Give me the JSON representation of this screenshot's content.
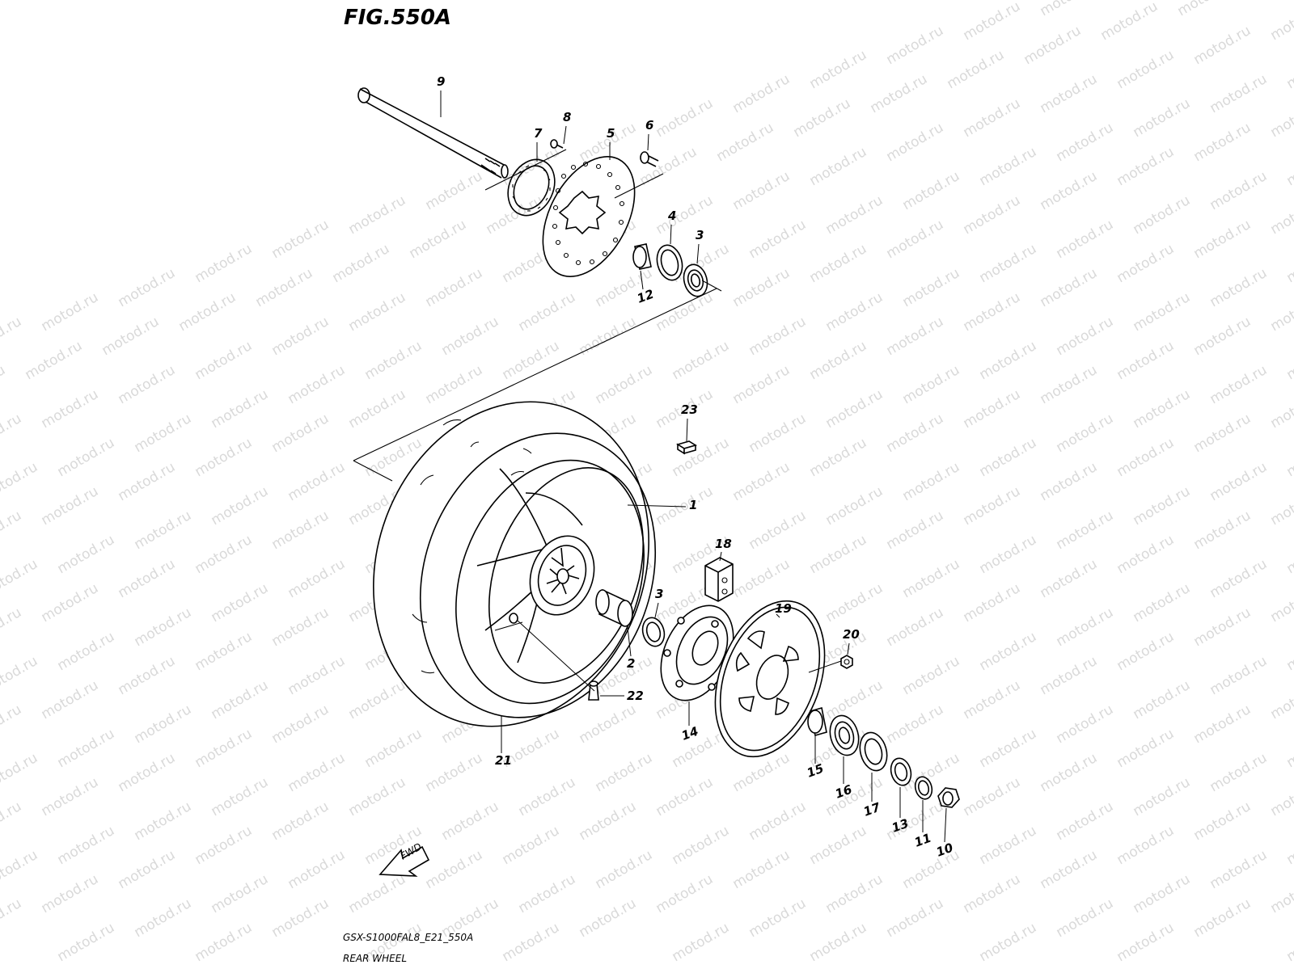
{
  "figure": {
    "title": "FIG.550A",
    "code": "GSX-S1000FAL8_E21_550A",
    "caption": "REAR WHEEL",
    "watermark": "motod.ru",
    "fwd_label": "FWD"
  },
  "callouts": [
    {
      "id": "c1",
      "label": "1",
      "part": "rear-wheel-rim"
    },
    {
      "id": "c2",
      "label": "2",
      "part": "wheel-spacer"
    },
    {
      "id": "c3a",
      "label": "3",
      "part": "wheel-bearing"
    },
    {
      "id": "c3b",
      "label": "3",
      "part": "wheel-bearing"
    },
    {
      "id": "c4",
      "label": "4",
      "part": "oil-seal"
    },
    {
      "id": "c5",
      "label": "5",
      "part": "brake-disc"
    },
    {
      "id": "c6",
      "label": "6",
      "part": "disc-bolt"
    },
    {
      "id": "c7",
      "label": "7",
      "part": "abs-sensor-ring"
    },
    {
      "id": "c8",
      "label": "8",
      "part": "ring-screw"
    },
    {
      "id": "c9",
      "label": "9",
      "part": "rear-axle"
    },
    {
      "id": "c10",
      "label": "10",
      "part": "axle-nut"
    },
    {
      "id": "c11",
      "label": "11",
      "part": "washer"
    },
    {
      "id": "c12",
      "label": "12",
      "part": "spacer"
    },
    {
      "id": "c13",
      "label": "13",
      "part": "spacer"
    },
    {
      "id": "c14",
      "label": "14",
      "part": "sprocket-mounting-drum"
    },
    {
      "id": "c15",
      "label": "15",
      "part": "spacer"
    },
    {
      "id": "c16",
      "label": "16",
      "part": "bearing"
    },
    {
      "id": "c17",
      "label": "17",
      "part": "oil-seal"
    },
    {
      "id": "c18",
      "label": "18",
      "part": "cush-damper"
    },
    {
      "id": "c19",
      "label": "19",
      "part": "rear-sprocket"
    },
    {
      "id": "c20",
      "label": "20",
      "part": "sprocket-nut"
    },
    {
      "id": "c21",
      "label": "21",
      "part": "rear-tire"
    },
    {
      "id": "c22",
      "label": "22",
      "part": "valve"
    },
    {
      "id": "c23",
      "label": "23",
      "part": "balance-weight"
    }
  ]
}
